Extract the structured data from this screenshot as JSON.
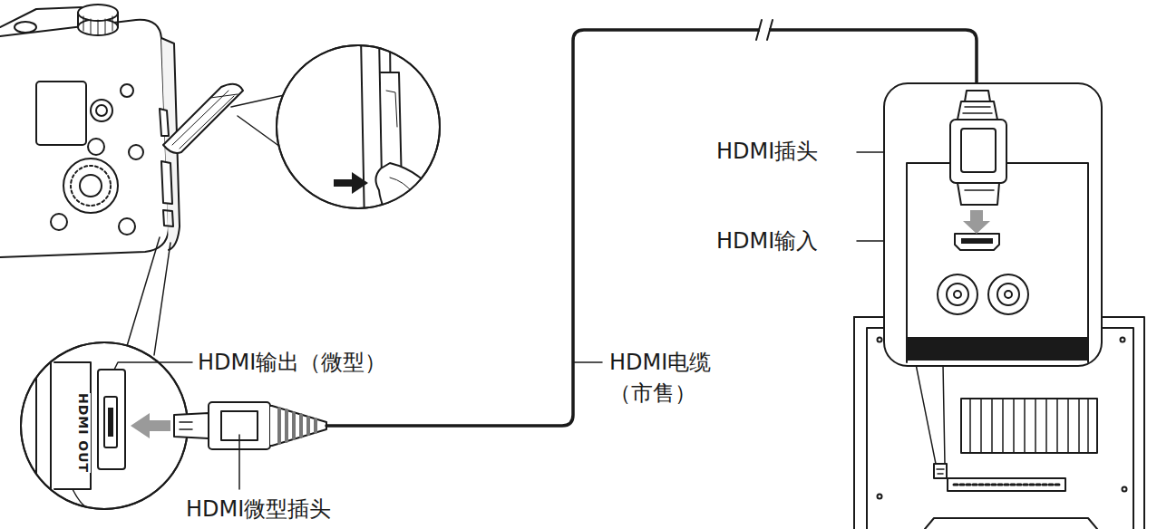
{
  "diagram": {
    "labels": [
      "HDMI插头",
      "HDMI输入",
      "HDMI输出（微型）",
      "HDMI电缆 （市售）",
      "HDMI微型插头",
      "HDMI OUT"
    ]
  }
}
